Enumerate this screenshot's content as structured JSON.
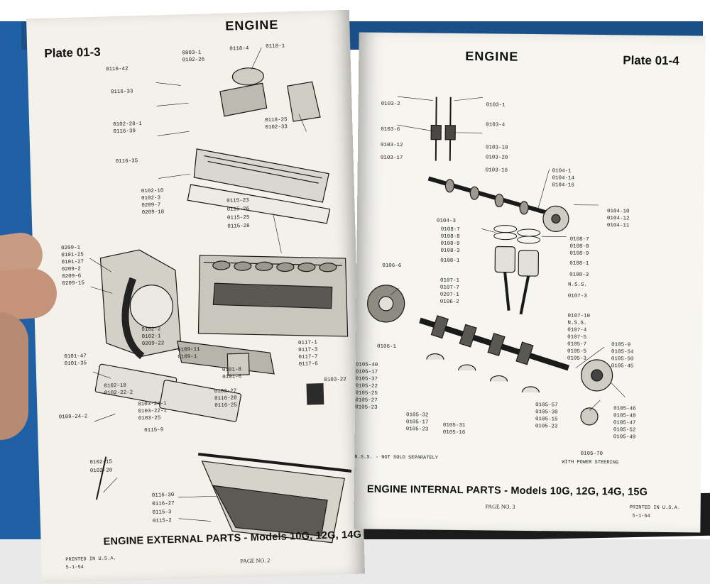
{
  "left_page": {
    "section_title": "ENGINE",
    "plate": "Plate 01-3",
    "footer_title": "ENGINE EXTERNAL PARTS - Models 10G, 12G, 14G",
    "page_no": "PAGE NO. 2",
    "printed": "PRINTED IN U.S.A.",
    "date": "5-1-54",
    "callouts": [
      "0116-42",
      "0116-33",
      "0102-28-1",
      "0116-39",
      "0116-35",
      "0803-1",
      "0102-26",
      "0118-4",
      "0118-1",
      "0118-25",
      "0102-33",
      "0102-10",
      "0102-3",
      "0209-7",
      "0209-18",
      "0115-23",
      "0115-26",
      "0115-25",
      "0115-28",
      "0209-1",
      "0101-25",
      "0101-27",
      "0209-2",
      "0209-6",
      "0209-15",
      "0101-47",
      "0101-35",
      "0102-2",
      "0102-1",
      "0209-22",
      "0109-11",
      "0109-1",
      "0117-1",
      "0117-3",
      "0117-7",
      "0117-6",
      "0101-8",
      "0101-6",
      "0103-22",
      "0102-18",
      "0102-22-2",
      "0103-24-1",
      "0103-22-1",
      "0103-25",
      "0115-9",
      "0103-27",
      "0116-28",
      "0116-25",
      "0109-24-2",
      "0102-15",
      "0102-20",
      "0116-30",
      "0116-27",
      "0115-3",
      "0115-2"
    ]
  },
  "right_page": {
    "section_title": "ENGINE",
    "plate": "Plate 01-4",
    "footer_title": "ENGINE INTERNAL PARTS - Models 10G, 12G, 14G, 15G",
    "page_no": "PAGE NO. 3",
    "printed": "PRINTED IN U.S.A.",
    "date": "5-1-54",
    "nss_note": "N.S.S. - NOT SOLD SEPARATELY",
    "power_steering_note": "WITH POWER STEERING",
    "callouts": [
      "0103-2",
      "0103-1",
      "0103-4",
      "0103-6",
      "0103-12",
      "0103-10",
      "0103-17",
      "0103-20",
      "0103-16",
      "0104-1",
      "0104-14",
      "0104-16",
      "0104-10",
      "0104-12",
      "0104-11",
      "0104-3",
      "0108-7",
      "0108-8",
      "0108-9",
      "0108-3",
      "0108-1",
      "0108-7",
      "0108-8",
      "0108-9",
      "0108-1",
      "0108-3",
      "0106-6",
      "0107-1",
      "0107-7",
      "0207-1",
      "0106-2",
      "N.S.S.",
      "0107-3",
      "0107-10",
      "N.S.S.",
      "0107-4",
      "0107-5",
      "0105-7",
      "0105-5",
      "0105-3",
      "0105-9",
      "0105-54",
      "0105-50",
      "0105-45",
      "0106-1",
      "0105-40",
      "0105-17",
      "0105-37",
      "0105-22",
      "0105-25",
      "0105-27",
      "0105-23",
      "0105-32",
      "0105-17",
      "0105-23",
      "0105-31",
      "0105-16",
      "0105-57",
      "0105-30",
      "0105-15",
      "0105-23",
      "0105-46",
      "0105-48",
      "0105-47",
      "0105-52",
      "0105-49",
      "0105-70"
    ]
  }
}
